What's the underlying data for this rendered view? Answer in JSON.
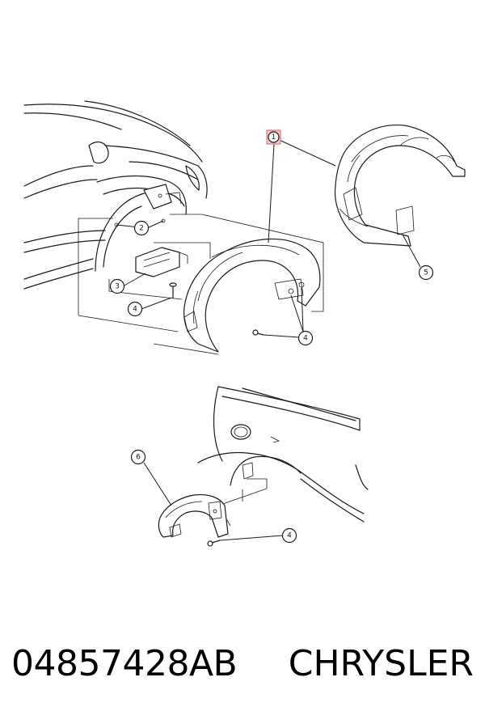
{
  "callouts": [
    {
      "id": "1",
      "label": "1",
      "highlight": true
    },
    {
      "id": "2",
      "label": "2"
    },
    {
      "id": "3",
      "label": "3"
    },
    {
      "id": "4a",
      "label": "4"
    },
    {
      "id": "4b",
      "label": "4"
    },
    {
      "id": "5",
      "label": "5"
    },
    {
      "id": "6",
      "label": "6"
    },
    {
      "id": "4c",
      "label": "4"
    }
  ],
  "footer": {
    "part_number": "04857428AB",
    "brand": "CHRYSLER"
  },
  "colors": {
    "line": "#1a1a1a",
    "highlight_fill": "#f4c6c6",
    "highlight_stroke": "#d46a6a"
  }
}
